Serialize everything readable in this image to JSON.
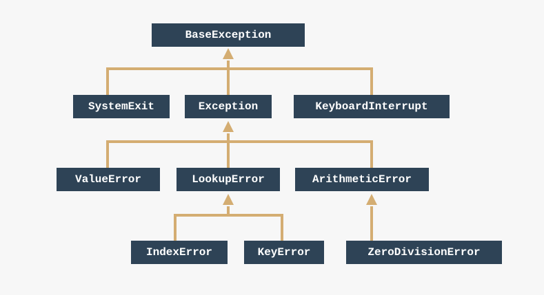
{
  "diagram": {
    "nodes": [
      {
        "id": "base",
        "label": "BaseException"
      },
      {
        "id": "sysexit",
        "label": "SystemExit"
      },
      {
        "id": "exception",
        "label": "Exception"
      },
      {
        "id": "kbint",
        "label": "KeyboardInterrupt"
      },
      {
        "id": "valueerr",
        "label": "ValueError"
      },
      {
        "id": "lookuperr",
        "label": "LookupError"
      },
      {
        "id": "arithmeticerr",
        "label": "ArithmeticError"
      },
      {
        "id": "indexerr",
        "label": "IndexError"
      },
      {
        "id": "keyerr",
        "label": "KeyError"
      },
      {
        "id": "zerodiv",
        "label": "ZeroDivisionError"
      }
    ],
    "edges": [
      {
        "from": "sysexit",
        "to": "base"
      },
      {
        "from": "exception",
        "to": "base"
      },
      {
        "from": "kbint",
        "to": "base"
      },
      {
        "from": "valueerr",
        "to": "exception"
      },
      {
        "from": "lookuperr",
        "to": "exception"
      },
      {
        "from": "arithmeticerr",
        "to": "exception"
      },
      {
        "from": "indexerr",
        "to": "lookuperr"
      },
      {
        "from": "keyerr",
        "to": "lookuperr"
      },
      {
        "from": "zerodiv",
        "to": "arithmeticerr"
      }
    ],
    "colors": {
      "background": "#f7f7f7",
      "node_fill": "#2e4356",
      "node_text": "#ffffff",
      "connector": "#d4ad72"
    }
  }
}
